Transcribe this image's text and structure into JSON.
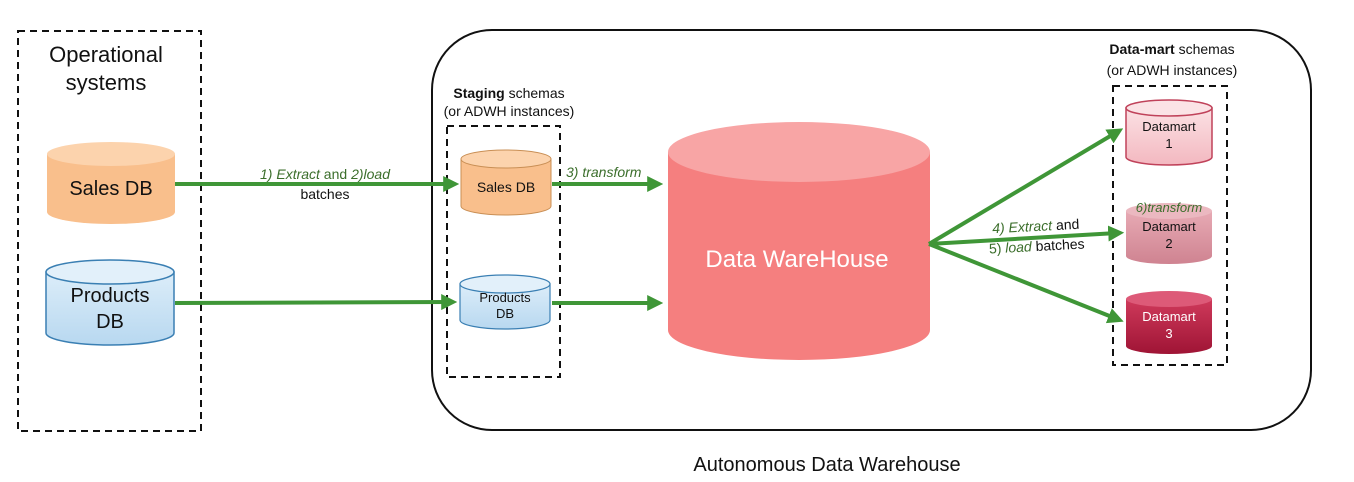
{
  "operational": {
    "title_line1": "Operational",
    "title_line2": "systems",
    "sales_db": "Sales DB",
    "products_db_line1": "Products",
    "products_db_line2": "DB"
  },
  "flow1": {
    "extract_italic": "1) Extract",
    "and_text": " and ",
    "load_italic": "2)load",
    "batches": "batches"
  },
  "staging": {
    "title_bold": "Staging",
    "title_rest": " schemas",
    "subtitle": "(or ADWH instances)",
    "sales_db": "Sales DB",
    "products_db_line1": "Products",
    "products_db_line2": "DB"
  },
  "flow2": {
    "transform": "3) transform"
  },
  "warehouse": {
    "label": "Data WareHouse"
  },
  "flow3": {
    "extract_italic": "4) Extract",
    "and_text": " and",
    "load_prefix": "5) ",
    "load_italic": "load",
    "batches": " batches"
  },
  "datamarts": {
    "title_bold": "Data-mart",
    "title_rest": " schemas",
    "subtitle": "(or ADWH instances)",
    "dm1_line1": "Datamart",
    "dm1_line2": "1",
    "dm2_line1": "Datamart",
    "dm2_line2": "2",
    "dm3_line1": "Datamart",
    "dm3_line2": "3",
    "transform": "6)transform"
  },
  "footer": {
    "caption": "Autonomous Data Warehouse"
  },
  "colors": {
    "arrow": "#3f9637",
    "sales_fill": "#f9bf8c",
    "products_fill": "#cfe4f4",
    "warehouse_fill": "#f57f7f",
    "dm1_fill": "#f6c9cf",
    "dm2_fill": "#d9919e",
    "dm3_fill": "#b51d40"
  }
}
